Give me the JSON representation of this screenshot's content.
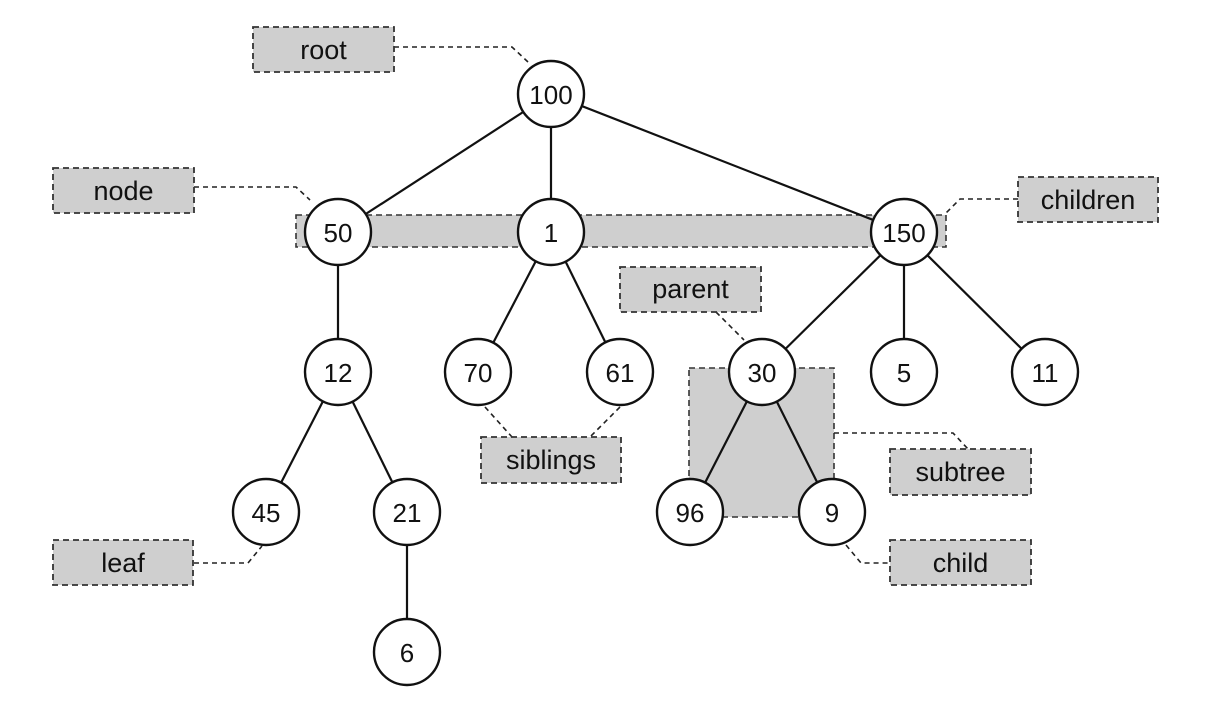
{
  "colors": {
    "label_fill": "#cfcfcf",
    "highlight_fill": "#cfcfcf",
    "node_fill": "#ffffff",
    "stroke": "#111111"
  },
  "nodes": [
    {
      "id": "n100",
      "value": "100"
    },
    {
      "id": "n50",
      "value": "50"
    },
    {
      "id": "n1",
      "value": "1"
    },
    {
      "id": "n150",
      "value": "150"
    },
    {
      "id": "n12",
      "value": "12"
    },
    {
      "id": "n70",
      "value": "70"
    },
    {
      "id": "n61",
      "value": "61"
    },
    {
      "id": "n30",
      "value": "30"
    },
    {
      "id": "n5",
      "value": "5"
    },
    {
      "id": "n11",
      "value": "11"
    },
    {
      "id": "n45",
      "value": "45"
    },
    {
      "id": "n21",
      "value": "21"
    },
    {
      "id": "n96",
      "value": "96"
    },
    {
      "id": "n9",
      "value": "9"
    },
    {
      "id": "n6",
      "value": "6"
    }
  ],
  "edges": [
    [
      "n100",
      "n50"
    ],
    [
      "n100",
      "n1"
    ],
    [
      "n100",
      "n150"
    ],
    [
      "n50",
      "n12"
    ],
    [
      "n1",
      "n70"
    ],
    [
      "n1",
      "n61"
    ],
    [
      "n150",
      "n30"
    ],
    [
      "n150",
      "n5"
    ],
    [
      "n150",
      "n11"
    ],
    [
      "n12",
      "n45"
    ],
    [
      "n12",
      "n21"
    ],
    [
      "n21",
      "n6"
    ],
    [
      "n30",
      "n96"
    ],
    [
      "n30",
      "n9"
    ]
  ],
  "labels": {
    "root": "root",
    "node": "node",
    "children": "children",
    "parent": "parent",
    "siblings": "siblings",
    "subtree": "subtree",
    "leaf": "leaf",
    "child": "child"
  }
}
